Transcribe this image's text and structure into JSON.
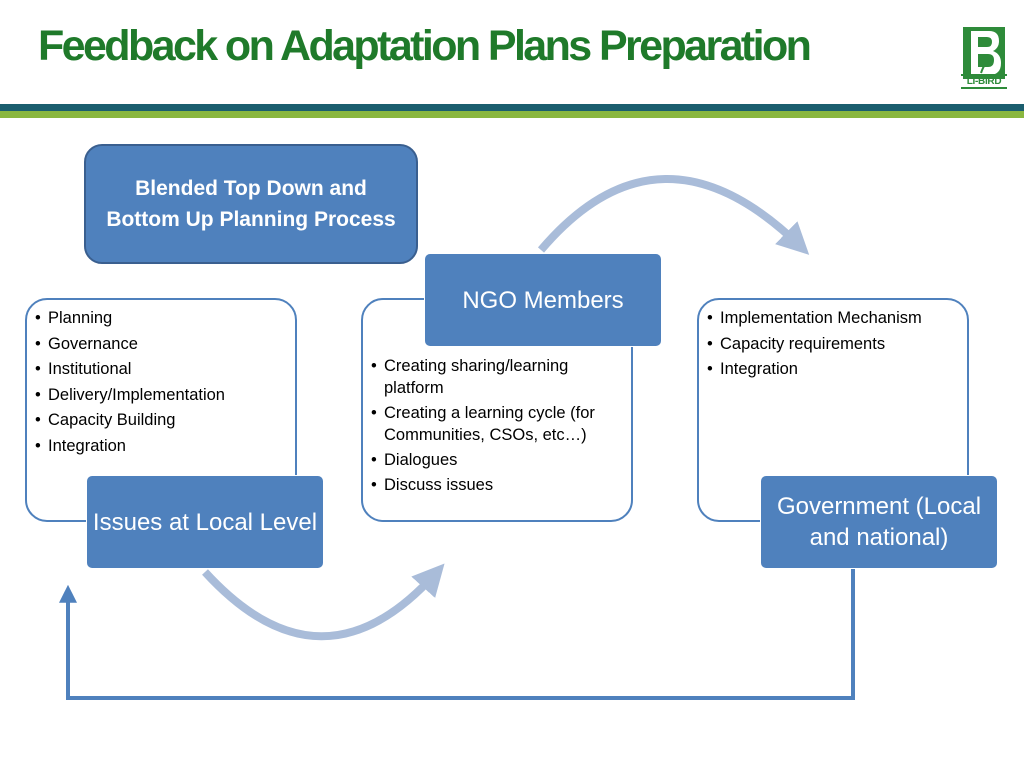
{
  "title": "Feedback on Adaptation Plans Preparation",
  "logo": {
    "text": "LI-BIRD",
    "color": "#2e8b3a"
  },
  "colors": {
    "title": "#1f7a2a",
    "box_fill": "#4f81bd",
    "arrow_light": "#a9bcd9",
    "arrow_dark": "#4f81bd"
  },
  "blended_box": {
    "text": "Blended Top Down and Bottom Up Planning Process"
  },
  "nodes": {
    "local": {
      "label": "Issues at Local Level",
      "items": [
        "Planning",
        "Governance",
        "Institutional",
        "Delivery/Implementation",
        "Capacity Building",
        "Integration"
      ]
    },
    "ngo": {
      "label": "NGO Members",
      "items": [
        "Creating sharing/learning platform",
        "Creating a learning cycle (for Communities, CSOs, etc…)",
        "Dialogues",
        "Discuss issues"
      ]
    },
    "government": {
      "label": "Government (Local and national)",
      "items": [
        "Implementation Mechanism",
        "Capacity requirements",
        "Integration"
      ]
    }
  }
}
